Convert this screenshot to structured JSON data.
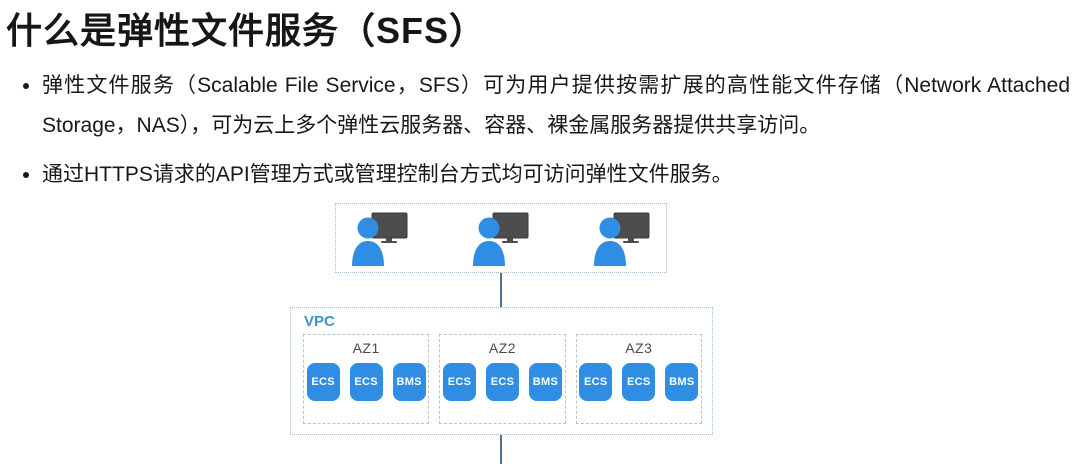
{
  "title": "什么是弹性文件服务（SFS）",
  "bullets": [
    "弹性文件服务（Scalable File Service，SFS）可为用户提供按需扩展的高性能文件存储（Network Attached Storage，NAS），可为云上多个弹性云服务器、容器、裸金属服务器提供共享访问。",
    "通过HTTPS请求的API管理方式或管理控制台方式均可访问弹性文件服务。"
  ],
  "diagram": {
    "users_group": {
      "icon": "user-with-monitor-icon",
      "count": 3
    },
    "vpc": {
      "label": "VPC",
      "zones": [
        {
          "label": "AZ1",
          "nodes": [
            "ECS",
            "ECS",
            "BMS"
          ]
        },
        {
          "label": "AZ2",
          "nodes": [
            "ECS",
            "ECS",
            "BMS"
          ]
        },
        {
          "label": "AZ3",
          "nodes": [
            "ECS",
            "ECS",
            "BMS"
          ]
        }
      ]
    },
    "colors": {
      "accent_blue": "#2f8de4",
      "vpc_label_blue": "#3d8fd6",
      "monitor_gray": "#4d4d4d",
      "dotted_border": "#9ec0d8",
      "dashed_border": "#b9c3cd",
      "connector": "#54718c"
    }
  }
}
